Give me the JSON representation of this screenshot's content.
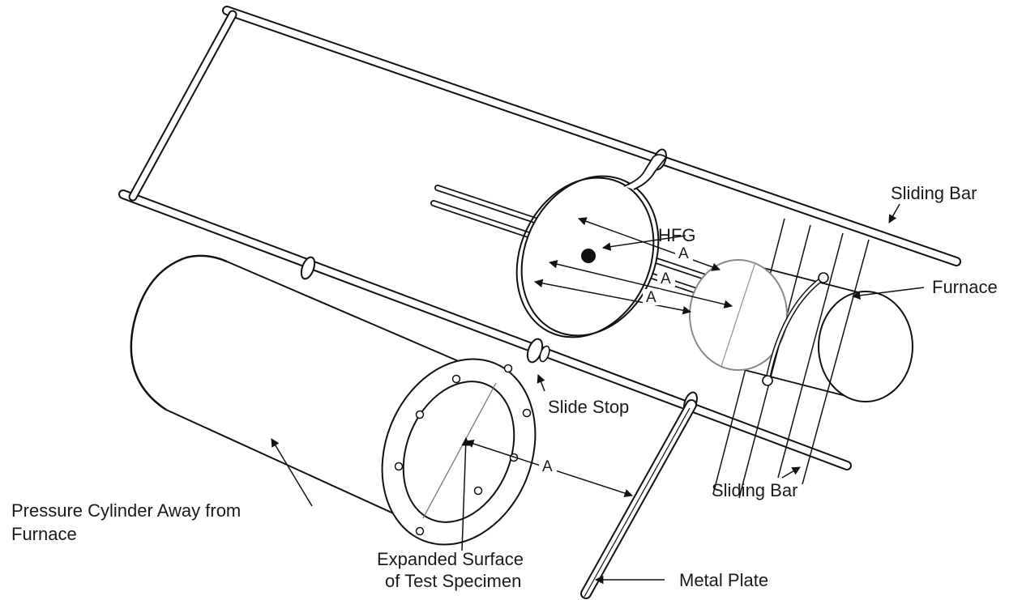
{
  "labels": {
    "sliding_bar_top": "Sliding Bar",
    "hfg": "HFG",
    "furnace": "Furnace",
    "slide_stop": "Slide Stop",
    "sliding_bar_bottom": "Sliding Bar",
    "pressure_cylinder_line1": "Pressure Cylinder Away from",
    "pressure_cylinder_line2": "Furnace",
    "expanded_surface_line1": "Expanded Surface",
    "expanded_surface_line2": "of Test Specimen",
    "metal_plate": "Metal Plate"
  },
  "dimensions": {
    "a_top": "A",
    "a_middle": "A",
    "a_lower": "A",
    "a_cylinder": "A"
  },
  "colors": {
    "ink": "#111111",
    "background": "#ffffff"
  }
}
